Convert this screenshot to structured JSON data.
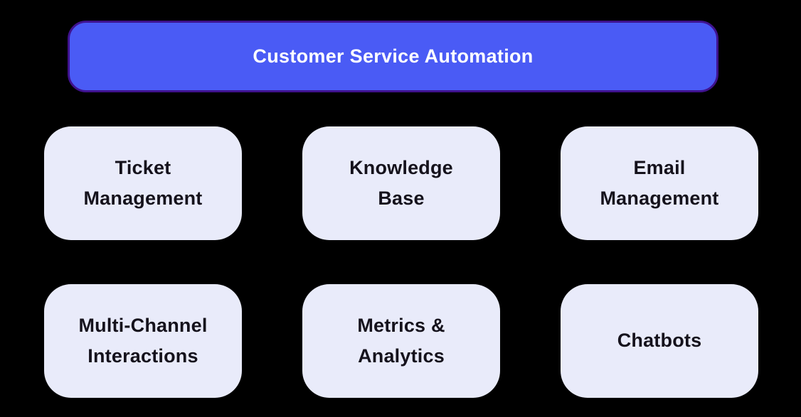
{
  "diagram": {
    "title": "Customer Service Automation"
  },
  "cards": [
    {
      "label": "Ticket\nManagement"
    },
    {
      "label": "Knowledge\nBase"
    },
    {
      "label": "Email\nManagement"
    },
    {
      "label": "Multi-Channel\nInteractions"
    },
    {
      "label": "Metrics &\nAnalytics"
    },
    {
      "label": "Chatbots"
    }
  ],
  "colors": {
    "background": "#000000",
    "header_fill": "#4A5BF5",
    "header_border": "#3F128F",
    "header_text": "#FFFFFF",
    "card_fill": "#E9EBFA",
    "card_text": "#15121C"
  }
}
